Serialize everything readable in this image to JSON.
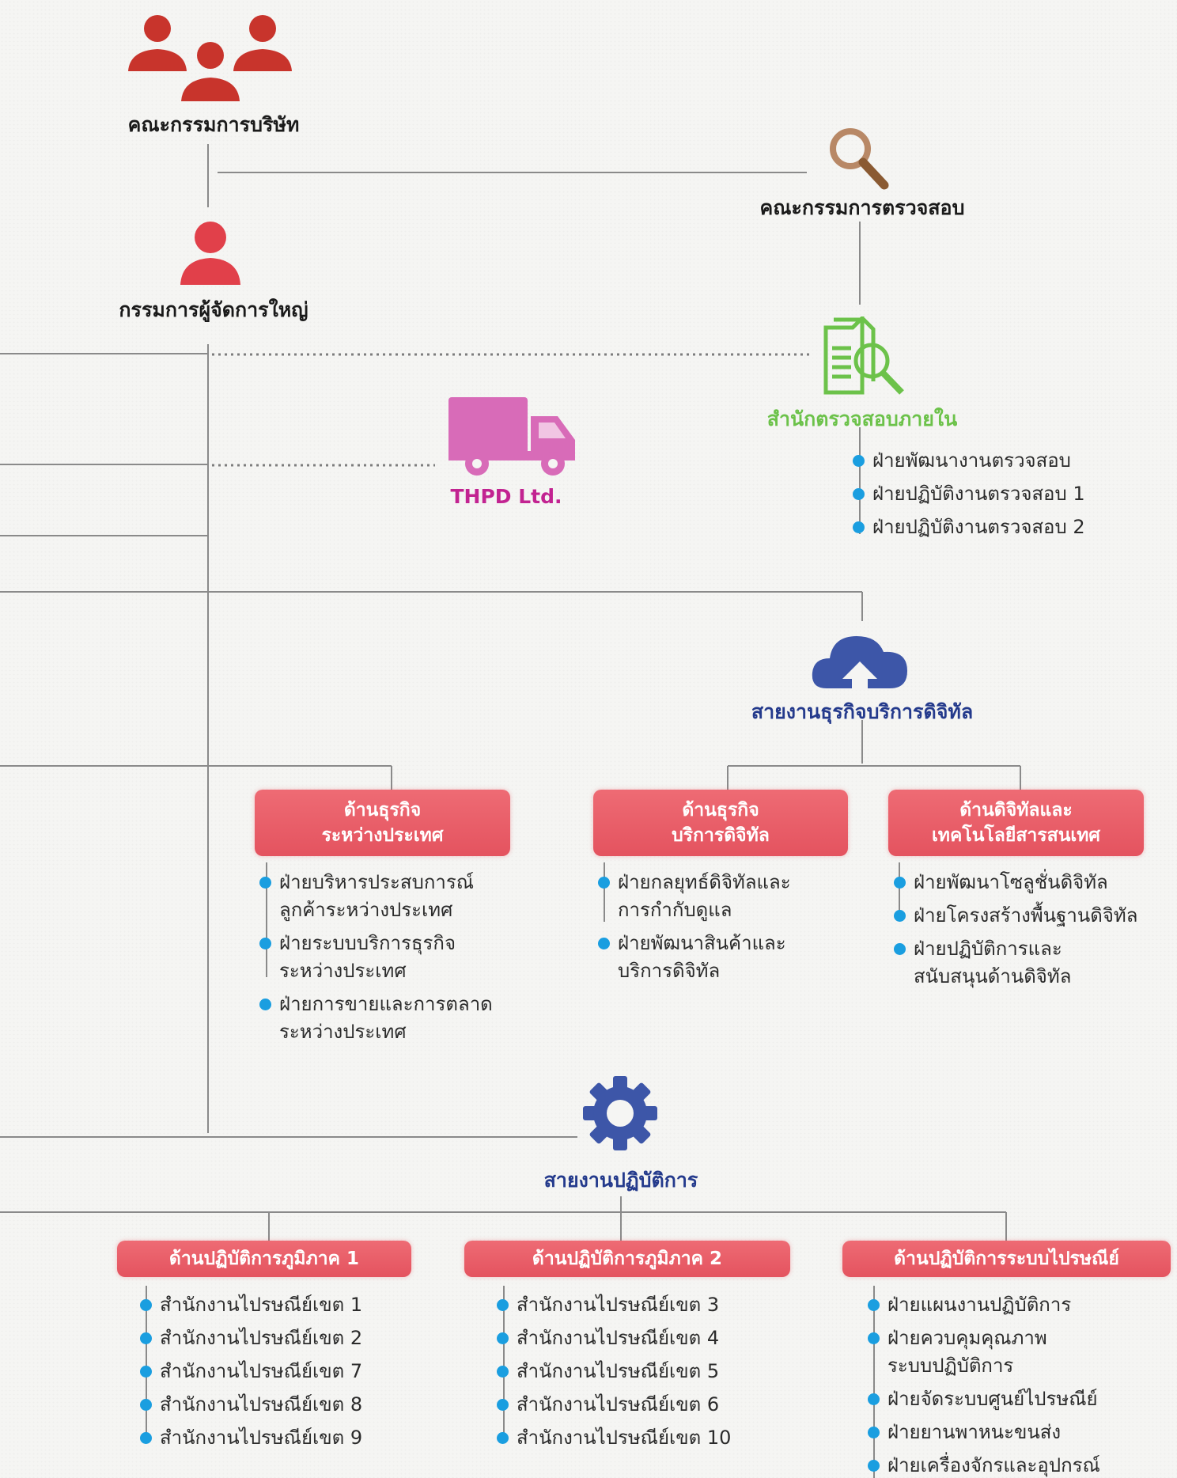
{
  "board": {
    "title": "คณะกรรมการบริษัท"
  },
  "president": {
    "title": "กรรมการผู้จัดการใหญ่"
  },
  "audit_committee": {
    "title": "คณะกรรมการตรวจสอบ"
  },
  "internal_audit": {
    "title": "สำนักตรวจสอบภายใน",
    "items": [
      "ฝ่ายพัฒนางานตรวจสอบ",
      "ฝ่ายปฏิบัติงานตรวจสอบ 1",
      "ฝ่ายปฏิบัติงานตรวจสอบ 2"
    ]
  },
  "thpd": {
    "title": "THPD Ltd."
  },
  "digital": {
    "title": "สายงานธุรกิจบริการดิจิทัล",
    "groups": [
      {
        "title": "ด้านธุรกิจ\nระหว่างประเทศ",
        "items": [
          "ฝ่ายบริหารประสบการณ์\nลูกค้าระหว่างประเทศ",
          "ฝ่ายระบบบริการธุรกิจ\nระหว่างประเทศ",
          "ฝ่ายการขายและการตลาด\nระหว่างประเทศ"
        ]
      },
      {
        "title": "ด้านธุรกิจ\nบริการดิจิทัล",
        "items": [
          "ฝ่ายกลยุทธ์ดิจิทัลและ\nการกำกับดูแล",
          "ฝ่ายพัฒนาสินค้าและ\nบริการดิจิทัล"
        ]
      },
      {
        "title": "ด้านดิจิทัลและ\nเทคโนโลยีสารสนเทศ",
        "items": [
          "ฝ่ายพัฒนาโซลูชั่นดิจิทัล",
          "ฝ่ายโครงสร้างพื้นฐานดิจิทัล",
          "ฝ่ายปฏิบัติการและ\nสนับสนุนด้านดิจิทัล"
        ]
      }
    ]
  },
  "operations": {
    "title": "สายงานปฏิบัติการ",
    "groups": [
      {
        "title": "ด้านปฏิบัติการภูมิภาค 1",
        "items": [
          "สำนักงานไปรษณีย์เขต 1",
          "สำนักงานไปรษณีย์เขต 2",
          "สำนักงานไปรษณีย์เขต 7",
          "สำนักงานไปรษณีย์เขต 8",
          "สำนักงานไปรษณีย์เขต 9"
        ]
      },
      {
        "title": "ด้านปฏิบัติการภูมิภาค 2",
        "items": [
          "สำนักงานไปรษณีย์เขต 3",
          "สำนักงานไปรษณีย์เขต 4",
          "สำนักงานไปรษณีย์เขต 5",
          "สำนักงานไปรษณีย์เขต 6",
          "สำนักงานไปรษณีย์เขต 10"
        ]
      },
      {
        "title": "ด้านปฏิบัติการระบบไปรษณีย์",
        "items": [
          "ฝ่ายแผนงานปฏิบัติการ",
          "ฝ่ายควบคุมคุณภาพ\nระบบปฏิบัติการ",
          "ฝ่ายจัดระบบศูนย์ไปรษณีย์",
          "ฝ่ายยานพาหนะขนส่ง",
          "ฝ่ายเครื่องจักรและอุปกรณ์"
        ]
      }
    ]
  },
  "colors": {
    "banner": "#e4535f",
    "bullet": "#1a9ee0",
    "dept_blue": "#243a8c",
    "audit_green": "#6cc24a",
    "thpd_magenta": "#c22391"
  }
}
